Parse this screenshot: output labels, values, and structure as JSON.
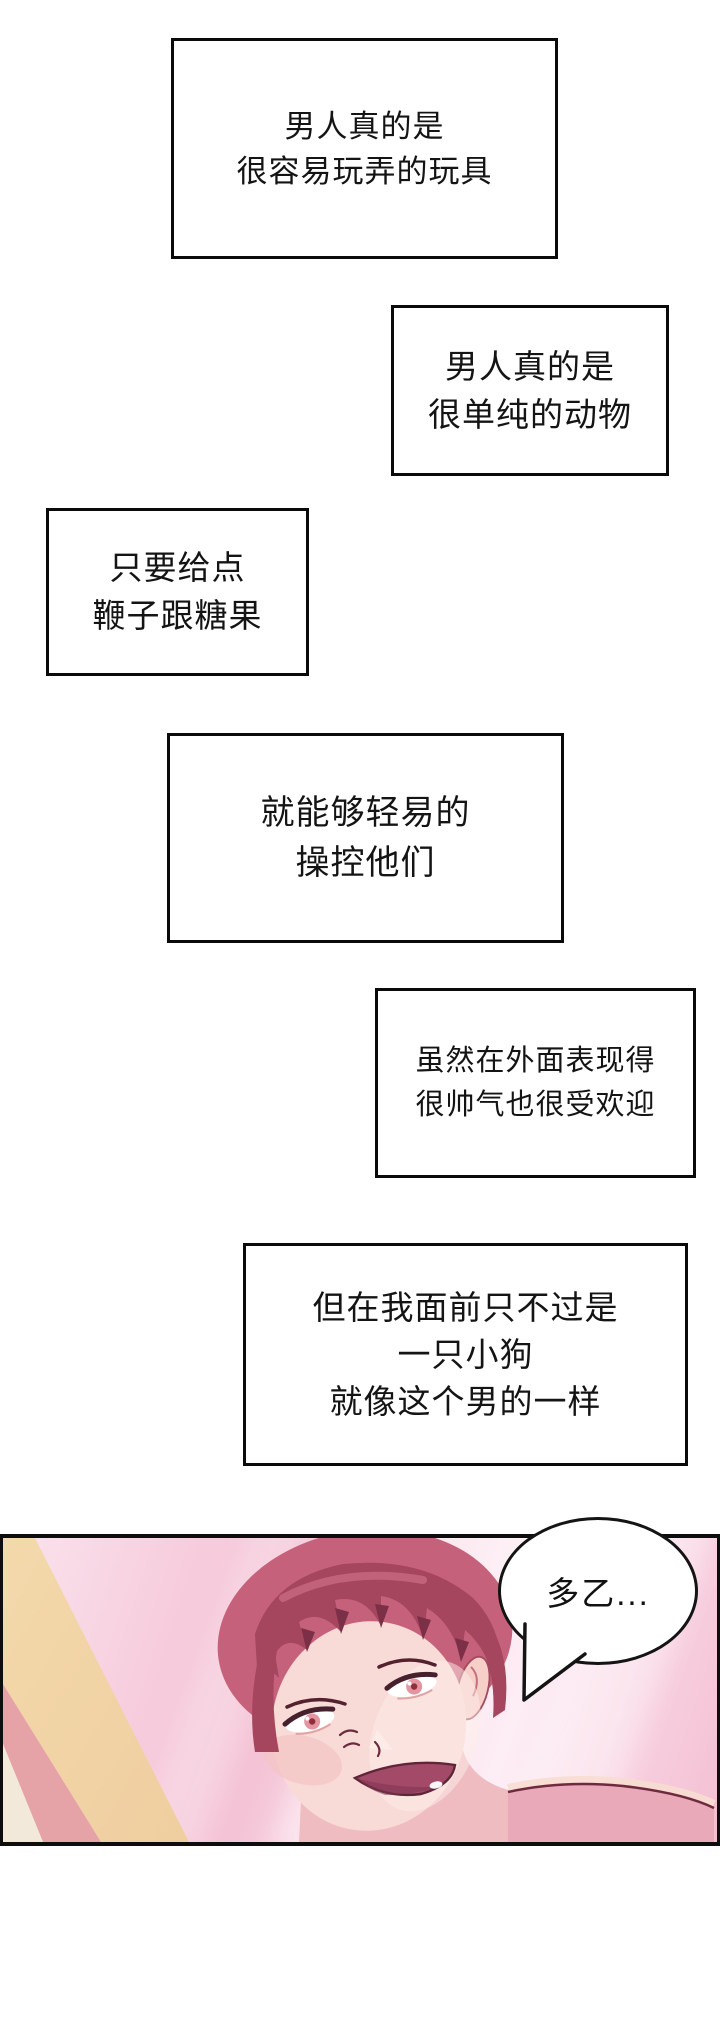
{
  "page": {
    "type": "webtoon-comic-page",
    "background": "#ffffff"
  },
  "narration_boxes": [
    {
      "name": "box-1",
      "lines": [
        "男人真的是",
        "很容易玩弄的玩具"
      ]
    },
    {
      "name": "box-2",
      "lines": [
        "男人真的是",
        "很单纯的动物"
      ]
    },
    {
      "name": "box-3",
      "lines": [
        "只要给点",
        "鞭子跟糖果"
      ]
    },
    {
      "name": "box-4",
      "lines": [
        "就能够轻易的",
        "操控他们"
      ]
    },
    {
      "name": "box-5",
      "lines": [
        "虽然在外面表现得",
        "很帅气也很受欢迎"
      ]
    },
    {
      "name": "box-6",
      "lines": [
        "但在我面前只不过是",
        "一只小狗",
        "就像这个男的一样"
      ]
    }
  ],
  "panel": {
    "alt": "pink-haired young man looking up and smiling, pink wall background, blurred tan door edge at left",
    "speech_bubble": {
      "text": "多乙..."
    },
    "colors": {
      "wall_pink": "#f6cbdc",
      "light_streak": "#fdeef5",
      "door_tan": "#ecc797",
      "hair": "#c6617b",
      "hair_shadow": "#a5455e",
      "hair_dark_tip": "#7c3047",
      "skin": "#f8dad6",
      "shoulder": "#e9a6b8",
      "mouth": "#a34a68",
      "outline": "#141414"
    }
  }
}
